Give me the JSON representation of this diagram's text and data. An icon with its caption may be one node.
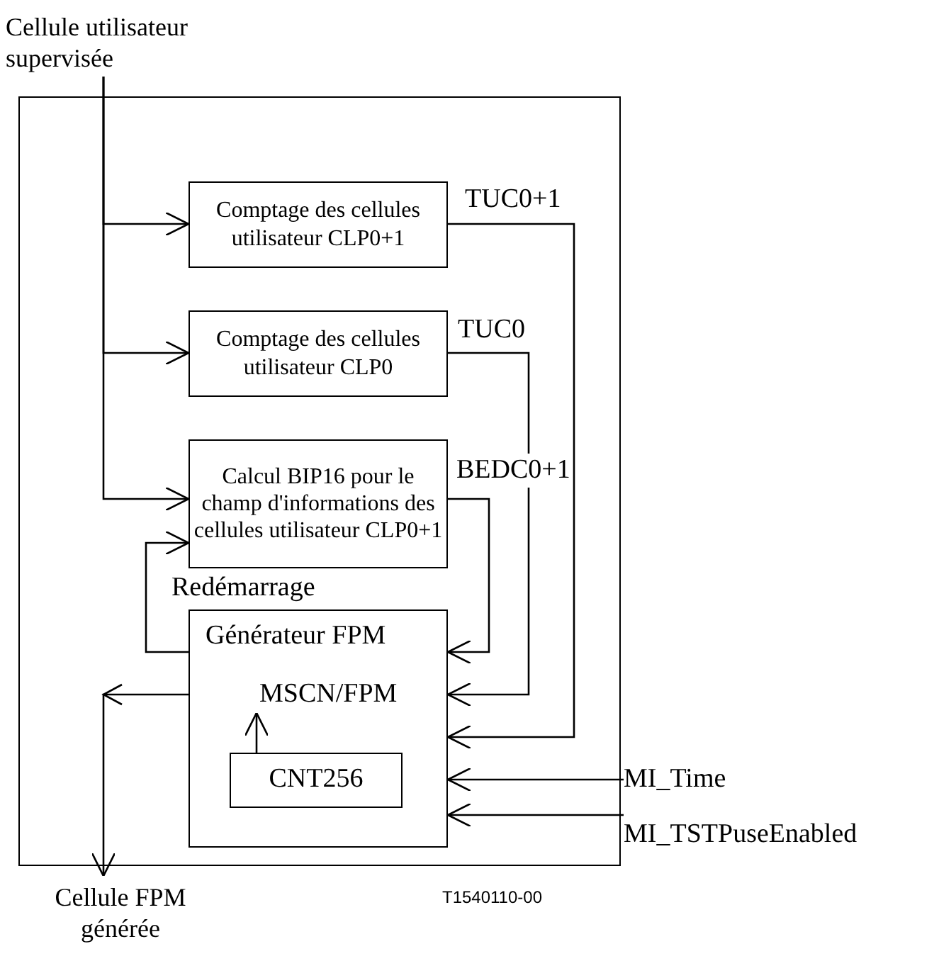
{
  "diagram": {
    "nodes": [
      {
        "text": [
          "Cellule utilisateur supervisée"
        ]
      },
      {
        "text": [],
        "shape": "box"
      },
      {
        "text": [
          "Comptage des cellules utilisateur CLP0+1"
        ],
        "in": 1
      },
      {
        "text": [
          "Comptage des cellules utilisateur CLP0"
        ],
        "in": 1
      },
      {
        "text": [
          "Calcul BIP16 pour le champ d'informations des cellules utilisateur CLP0+1"
        ],
        "in": 1
      },
      {
        "text": [
          "Générateur FPM"
        ],
        "in": 1
      },
      {
        "text": [
          "MSCN/FPM"
        ],
        "in": 5
      },
      {
        "text": [
          "CNT256"
        ],
        "in": 5
      },
      {
        "text": [
          "Cellule FPM générée"
        ]
      },
      {
        "text": [
          "MI_Time"
        ]
      },
      {
        "text": [
          "MI_TSTPuseEnabled"
        ]
      }
    ],
    "edges": [
      {
        "from": 0,
        "to": 2,
        "arrow": "to"
      },
      {
        "from": 0,
        "to": 3,
        "arrow": "to"
      },
      {
        "from": 0,
        "to": 4,
        "arrow": "to"
      },
      {
        "from": 5,
        "to": 4,
        "arrow": "to",
        "label": "Redémarrage"
      },
      {
        "from": 5,
        "to": 8,
        "arrow": "to"
      },
      {
        "from": 2,
        "to": 5,
        "arrow": "to",
        "label": "TUC0+1"
      },
      {
        "from": 3,
        "to": 5,
        "arrow": "to",
        "label": "TUC0"
      },
      {
        "from": 4,
        "to": 5,
        "arrow": "to",
        "label": "BEDC0+1"
      },
      {
        "from": 9,
        "to": 5,
        "arrow": "to"
      },
      {
        "from": 10,
        "to": 5,
        "arrow": "to"
      },
      {
        "from": 7,
        "to": 6,
        "arrow": "to"
      }
    ],
    "labels": [
      "T1540110-00"
    ]
  }
}
